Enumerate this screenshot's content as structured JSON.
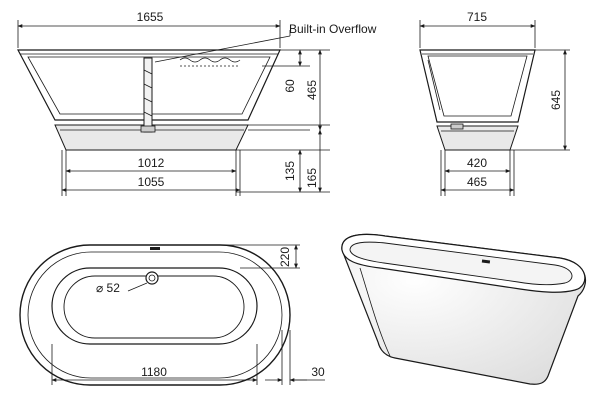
{
  "drawing": {
    "side_view": {
      "overall_length": "1655",
      "overflow_label": "Built-in Overflow",
      "overflow_height": "60",
      "inner_depth": "465",
      "base_top_width": "1012",
      "base_bottom_width": "1055",
      "base_height": "135",
      "plinth_height": "165"
    },
    "end_view": {
      "overall_width": "715",
      "overall_height": "645",
      "base_top_width": "420",
      "base_bottom_width": "465"
    },
    "plan_view": {
      "rim_width": "220",
      "waste_diameter": "⌀ 52",
      "inner_length": "1180",
      "rim_offset": "30"
    }
  }
}
